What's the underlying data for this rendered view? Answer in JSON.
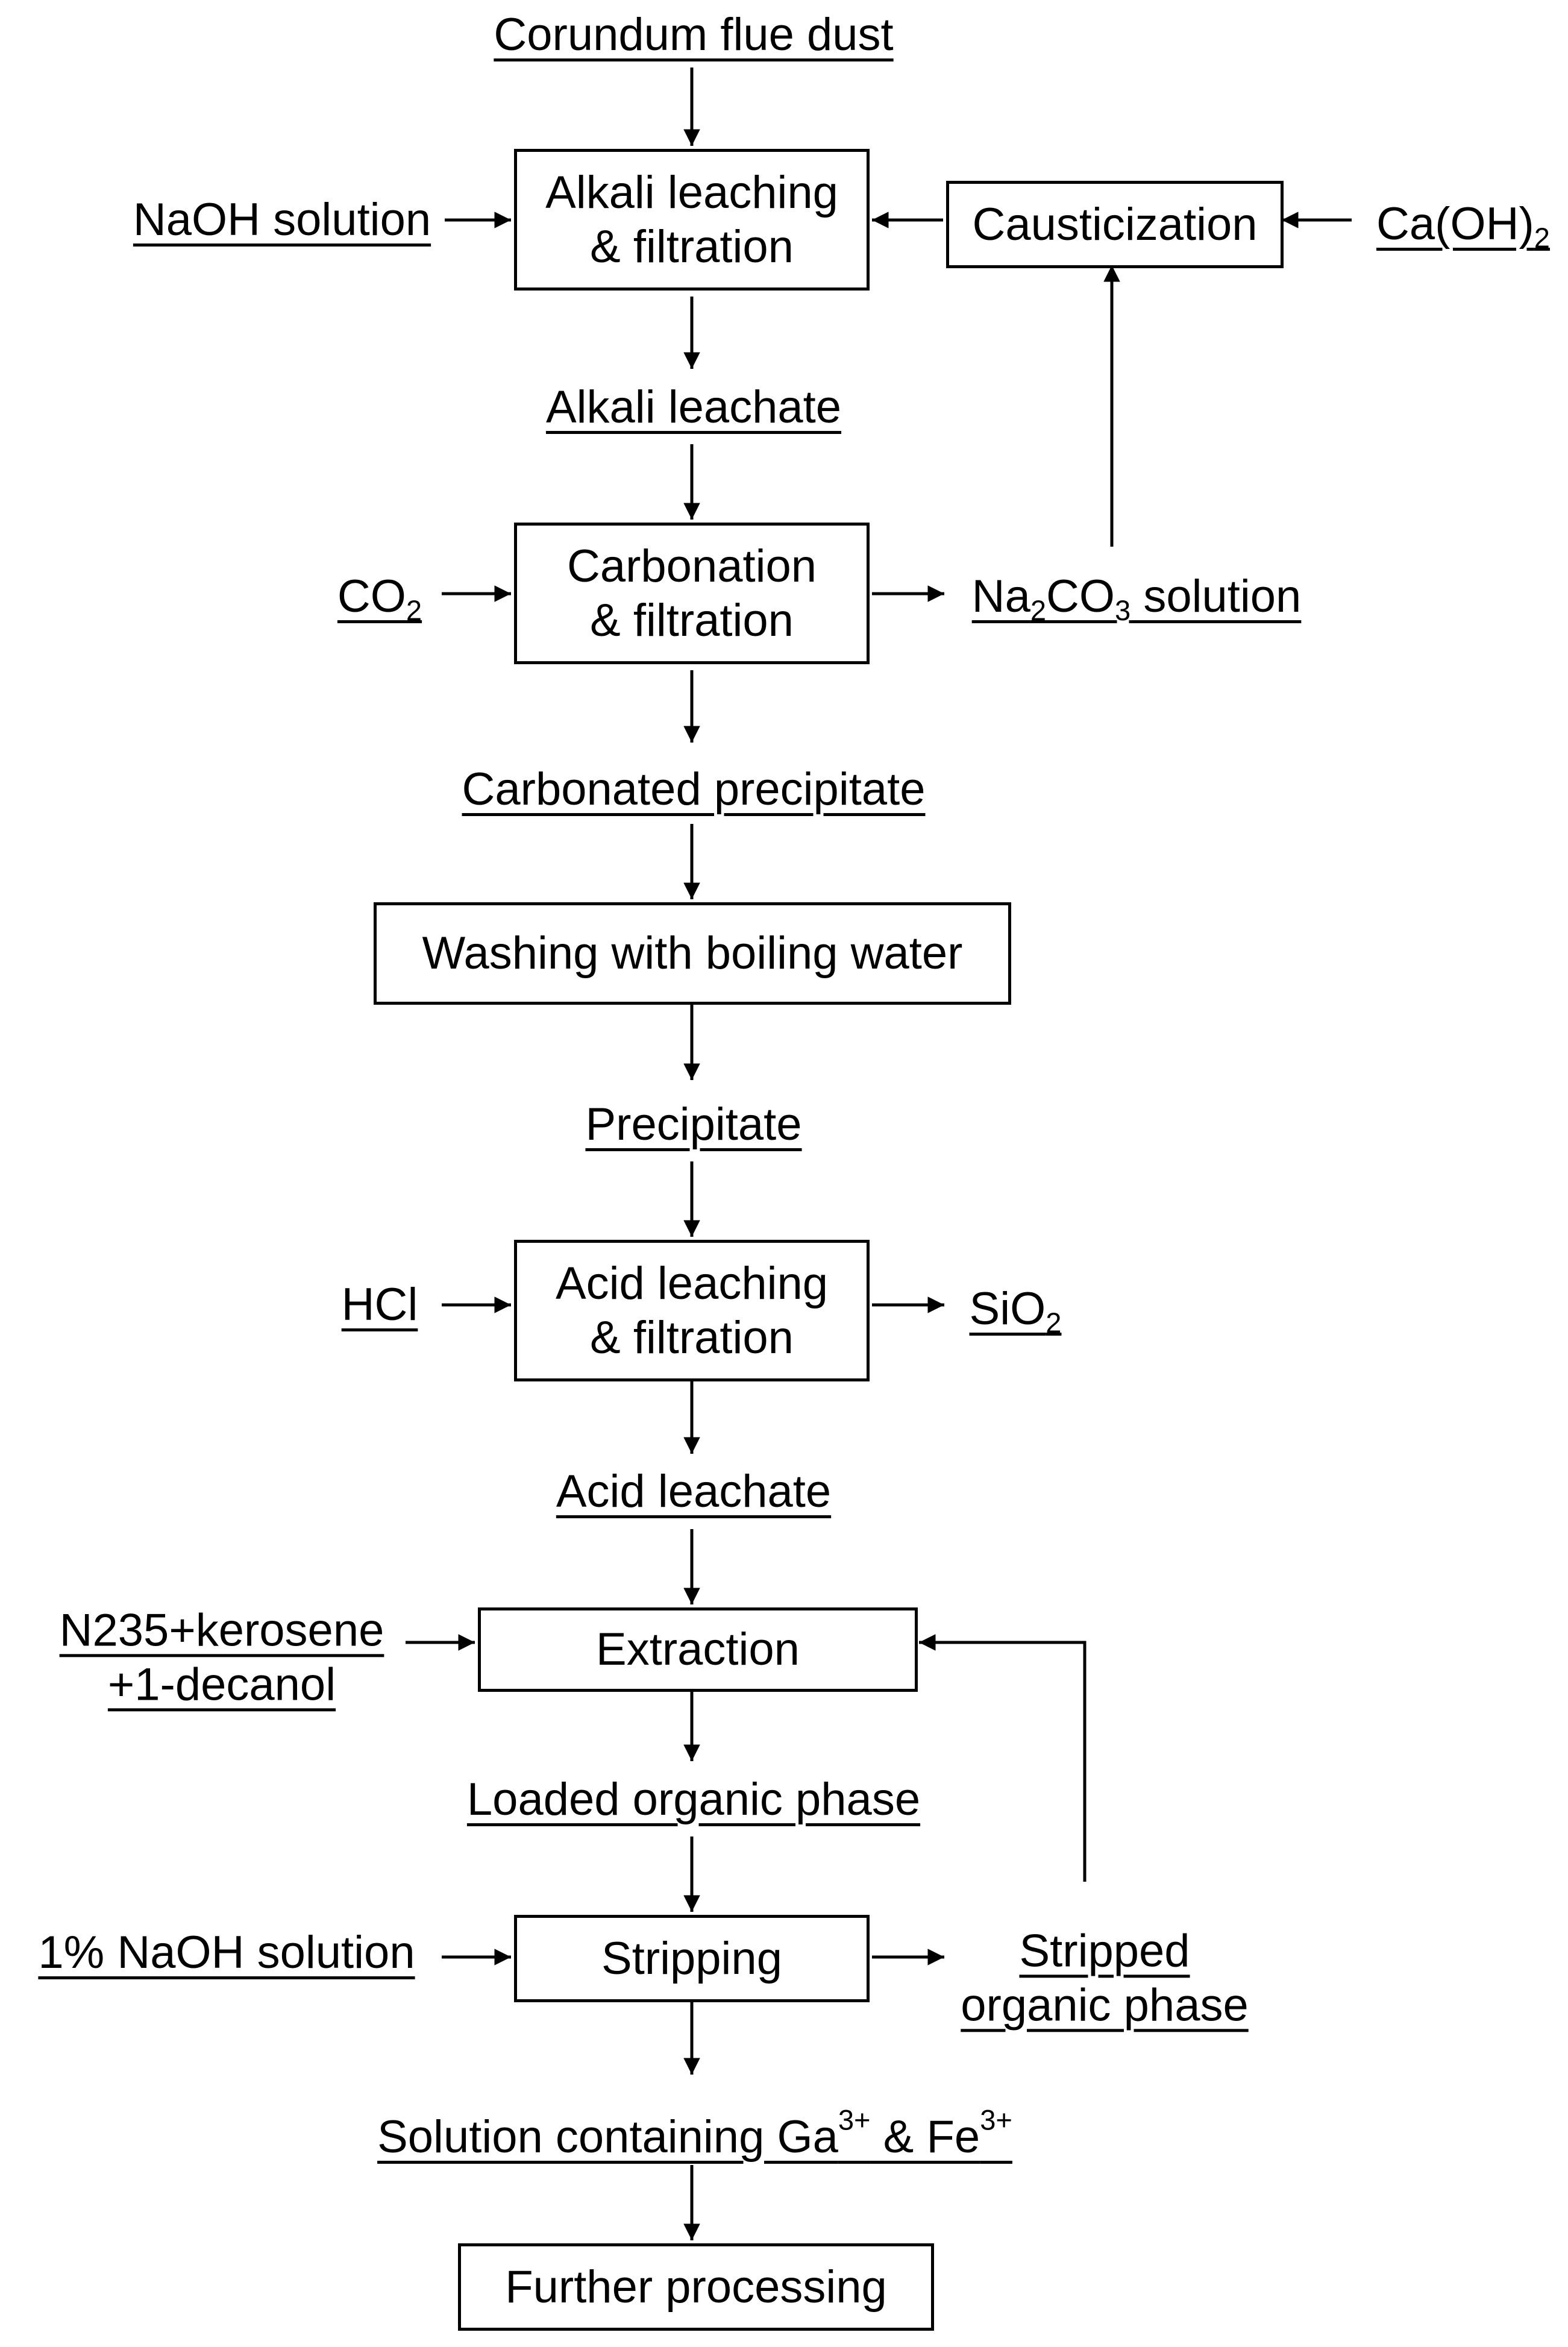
{
  "feed": "Corundum flue dust",
  "steps": {
    "alkali_leaching": [
      "Alkali leaching",
      "& filtration"
    ],
    "causticization": "Causticization",
    "carbonation": [
      "Carbonation",
      "& filtration"
    ],
    "washing": "Washing with boiling water",
    "acid_leaching": [
      "Acid leaching",
      "& filtration"
    ],
    "extraction": "Extraction",
    "stripping": "Stripping",
    "further": "Further processing"
  },
  "reagents": {
    "naoh": "NaOH solution",
    "caoh2": {
      "base": "Ca(OH)",
      "sub": "2"
    },
    "co2": {
      "base": "CO",
      "sub": "2"
    },
    "hcl": "HCl",
    "extractant": [
      "N235+kerosene",
      "+1-decanol"
    ],
    "naoh_1pct": "1% NaOH solution"
  },
  "products": {
    "alkali_leachate": "Alkali leachate",
    "na2co3": {
      "na": "Na",
      "sub1": "2",
      "co": "CO",
      "sub2": "3",
      "rest": " solution"
    },
    "carbonated_precipitate": "Carbonated precipitate",
    "precipitate": "Precipitate",
    "sio2": {
      "base": "SiO",
      "sub": "2"
    },
    "acid_leachate": "Acid leachate",
    "loaded_organic": "Loaded organic phase",
    "stripped_organic": [
      "Stripped",
      "organic phase"
    ],
    "ga_solution": {
      "pre": "Solution containing Ga",
      "sup1": "3+",
      "mid": " & Fe",
      "sup2": "3+"
    }
  }
}
